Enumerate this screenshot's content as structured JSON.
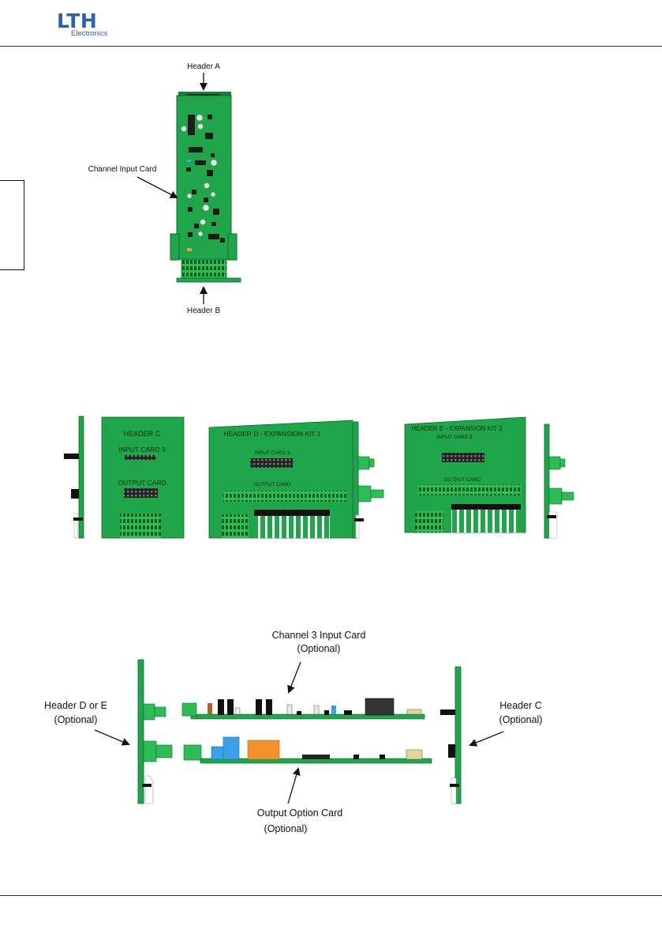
{
  "header": {
    "logo_text": "LTH",
    "logo_subtext": "Electronics",
    "brand_color": "#2a61b0"
  },
  "figure1": {
    "header_a": "Header A",
    "channel_input_card": "Channel Input Card",
    "header_b": "Header B"
  },
  "figure2": {
    "header_c": "HEADER C",
    "header_c_input": "INPUT CARD 3",
    "header_c_output": "OUTPUT CARD",
    "header_d": "HEADER D - EXPANSION KIT 1",
    "header_d_input": "INPUT CARD 3",
    "header_d_output": "OUTPUT CARD",
    "header_e": "HEADER E - EXPANSION KIT 2",
    "header_e_input": "INPUT CARD 3",
    "header_e_output": "OUTPUT CARD"
  },
  "figure3": {
    "channel3_line1": "Channel 3 Input Card",
    "channel3_line2": "(Optional)",
    "header_de_line1": "Header D or E",
    "header_de_line2": "(Optional)",
    "header_c_line1": "Header C",
    "header_c_line2": "(Optional)",
    "output_line1": "Output Option Card",
    "output_line2": "(Optional)"
  },
  "colors": {
    "pcb_green": "#1fa54a",
    "pcb_dark": "#15803a",
    "terminal_green": "#2dbd55",
    "arrow": "#111111"
  }
}
